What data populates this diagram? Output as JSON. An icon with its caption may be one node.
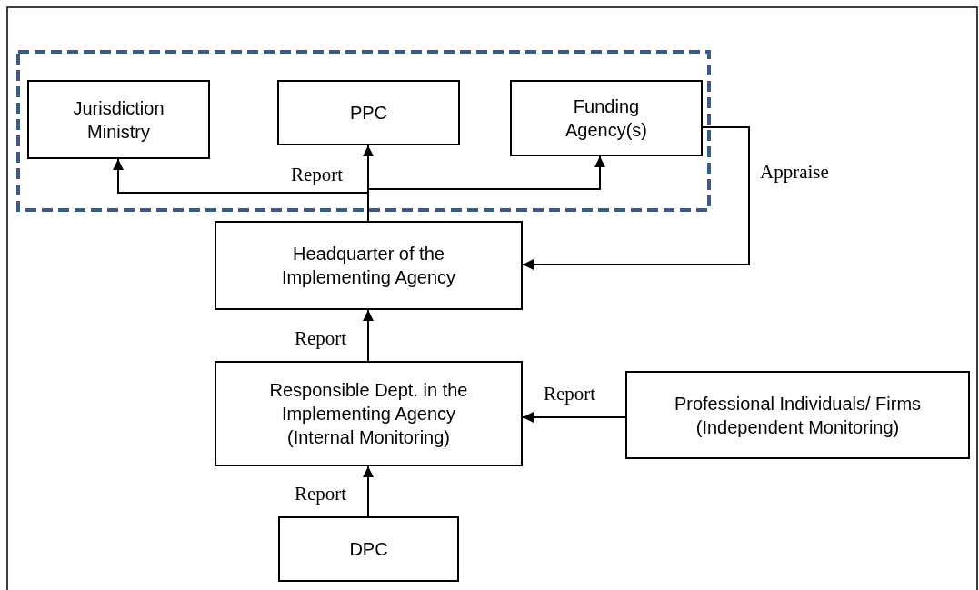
{
  "diagram": {
    "nodes": [
      {
        "text": [],
        "shape": "box"
      },
      {
        "text": [
          "Jurisdiction Ministry"
        ],
        "in": 0
      },
      {
        "text": [
          "PPC"
        ],
        "in": 0
      },
      {
        "text": [
          "Funding Agency(s)"
        ],
        "in": 0
      },
      {
        "text": [
          "Headquarter of the Implementing Agency"
        ]
      },
      {
        "text": [
          "Responsible Dept. in the Implementing Agency (Internal Monitoring)"
        ]
      },
      {
        "text": [
          "Professional Individuals/ Firms (Independent Monitoring)"
        ]
      },
      {
        "text": [
          "DPC"
        ]
      }
    ],
    "edges": [
      {
        "from": 4,
        "to": 1,
        "arrow": "to"
      },
      {
        "from": 4,
        "to": 2,
        "arrow": "to",
        "label": "Report"
      },
      {
        "from": 4,
        "to": 3,
        "arrow": "to"
      },
      {
        "from": 3,
        "to": 4,
        "arrow": "to",
        "label": "Appraise"
      },
      {
        "from": 5,
        "to": 4,
        "arrow": "to",
        "label": "Report"
      },
      {
        "from": 6,
        "to": 5,
        "arrow": "to",
        "label": "Report"
      },
      {
        "from": 7,
        "to": 5,
        "arrow": "to",
        "label": "Report"
      }
    ]
  }
}
